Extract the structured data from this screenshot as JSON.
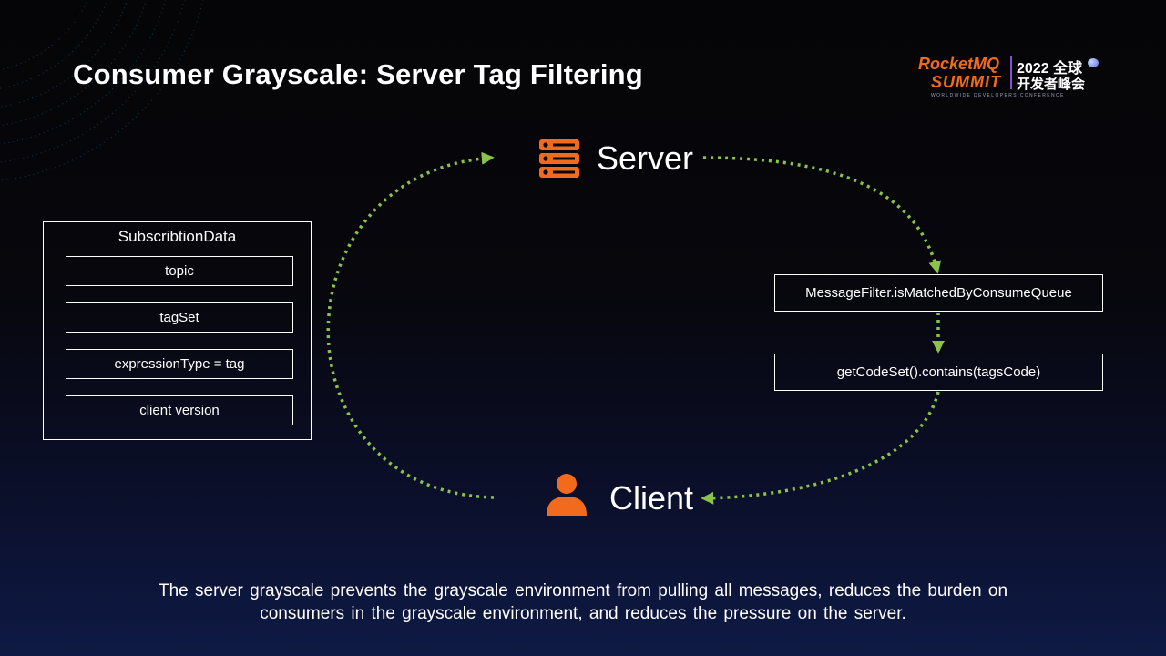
{
  "slide": {
    "title": "Consumer Grayscale: Server Tag Filtering",
    "footer_line1": "The server grayscale prevents the grayscale environment from pulling all messages, reduces the burden on",
    "footer_line2": "consumers in the grayscale environment, and reduces the pressure on the server."
  },
  "logo": {
    "brand": "RocketMQ",
    "brand2": "SUMMIT",
    "year": "2022 全球",
    "cn": "开发者峰会",
    "tagline": "WORLDWIDE DEVELOPERS CONFERENCE"
  },
  "nodes": {
    "server": {
      "label": "Server",
      "icon": "server-icon"
    },
    "client": {
      "label": "Client",
      "icon": "user-icon"
    }
  },
  "subscription": {
    "title": "SubscribtionData",
    "fields": [
      "topic",
      "tagSet",
      "expressionType  = tag",
      "client version"
    ]
  },
  "process": {
    "step1": "MessageFilter.isMatchedByConsumeQueue",
    "step2": "getCodeSet().contains(tagsCode)"
  },
  "colors": {
    "accent": "#f26b1d",
    "arrow": "#8bc34a",
    "text": "#ffffff"
  }
}
